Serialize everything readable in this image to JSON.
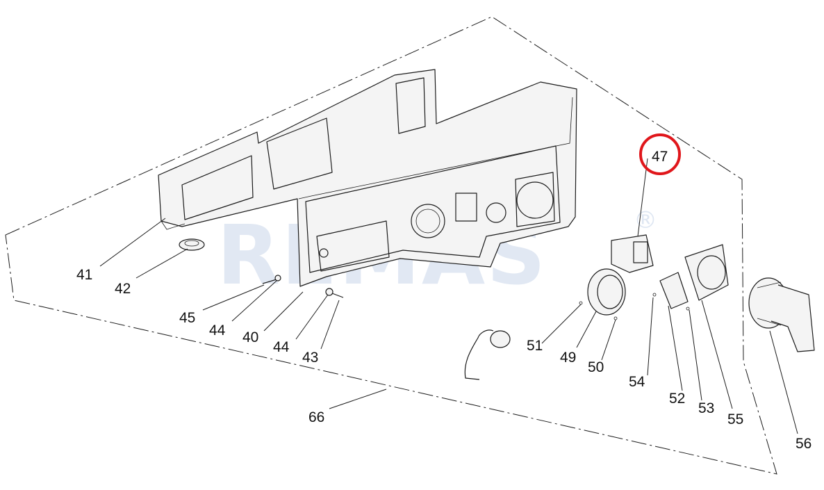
{
  "watermark": {
    "text": "REMAS",
    "mark": "®"
  },
  "highlight": {
    "callout": "47",
    "color": "#e0161b"
  },
  "callouts": [
    {
      "id": "41",
      "label": "41"
    },
    {
      "id": "42",
      "label": "42"
    },
    {
      "id": "45",
      "label": "45"
    },
    {
      "id": "44a",
      "label": "44"
    },
    {
      "id": "40",
      "label": "40"
    },
    {
      "id": "44b",
      "label": "44"
    },
    {
      "id": "43",
      "label": "43"
    },
    {
      "id": "66",
      "label": "66"
    },
    {
      "id": "51",
      "label": "51"
    },
    {
      "id": "49",
      "label": "49"
    },
    {
      "id": "50",
      "label": "50"
    },
    {
      "id": "54",
      "label": "54"
    },
    {
      "id": "52",
      "label": "52"
    },
    {
      "id": "53",
      "label": "53"
    },
    {
      "id": "55",
      "label": "55"
    },
    {
      "id": "56",
      "label": "56"
    },
    {
      "id": "47",
      "label": "47"
    }
  ]
}
